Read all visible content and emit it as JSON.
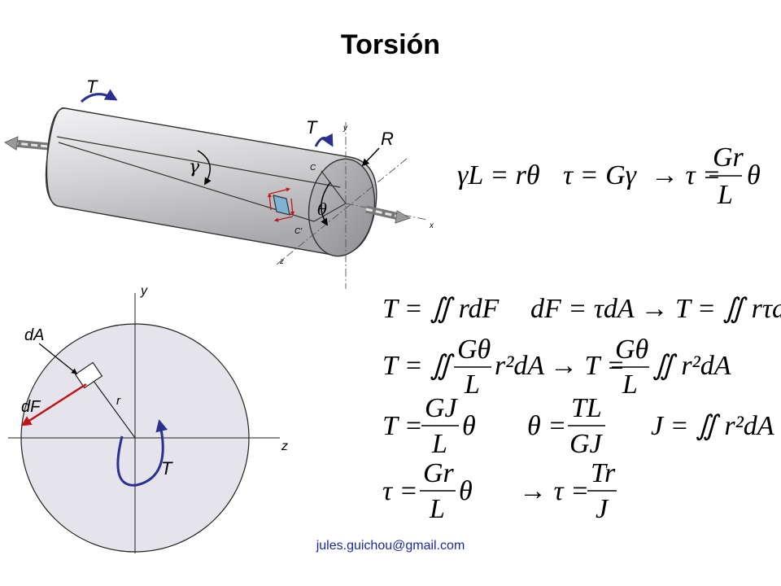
{
  "title": "Torsión",
  "footer_email": "jules.guichou@gmail.com",
  "cylinder_figure": {
    "torque_left": "T",
    "torque_right": "T",
    "radius_label": "R",
    "gamma_label": "γ",
    "theta_label": "θ",
    "axis_y": "y",
    "axis_x": "x",
    "axis_z": "z",
    "point_c_top": "C",
    "point_c_bottom": "C'"
  },
  "cross_section_figure": {
    "axis_y": "y",
    "axis_z": "z",
    "area_label": "dA",
    "force_label": "dF",
    "radius_label": "r",
    "torque_label": "T"
  },
  "equations": {
    "eq1": {
      "lhs": "γL = rθ",
      "mid": "τ = Gγ",
      "rhs_num": "Gr",
      "rhs_den": "L",
      "rhs_prefix": "→ τ =",
      "rhs_suffix": "θ"
    },
    "eq2": {
      "a": "T = ∬ rdF",
      "b": "dF = τdA → T = ∬ rτdA"
    },
    "eq3": {
      "a_lhs": "T = ∬",
      "a_num": "Gθ",
      "a_den": "L",
      "a_tail": "r²dA",
      "b_lhs": "→ T =",
      "b_num": "Gθ",
      "b_den": "L",
      "b_tail": "∬ r²dA"
    },
    "eq4": {
      "a_lhs": "T =",
      "a_num": "GJ",
      "a_den": "L",
      "a_tail": "θ",
      "b_lhs": "θ =",
      "b_num": "TL",
      "b_den": "GJ",
      "c": "J = ∬ r²dA"
    },
    "eq5": {
      "a_lhs": "τ =",
      "a_num": "Gr",
      "a_den": "L",
      "a_tail": "θ",
      "b_lhs": "→ τ =",
      "b_num": "Tr",
      "b_den": "J"
    }
  },
  "colors": {
    "torque_arrow": "#2b2f8f",
    "force_arrow": "#c0141a",
    "cylinder_body": "#d9d9db",
    "section_fill": "#e4e4ea",
    "element_fill": "#7fb3d5",
    "footer_text": "#1a2aa0"
  }
}
